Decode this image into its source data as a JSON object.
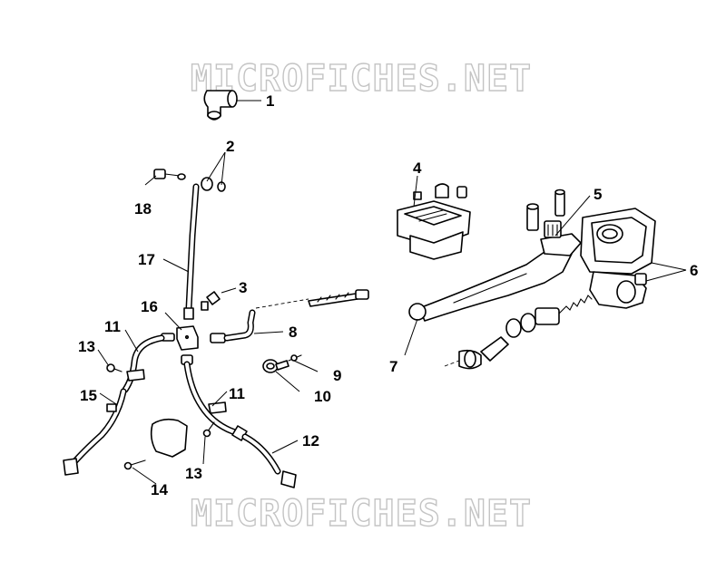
{
  "watermark": {
    "top_text": "MICROFICHES.NET",
    "bottom_text": "MICROFICHES.NET",
    "color": "#c4c4c4"
  },
  "callouts": [
    {
      "id": "1",
      "label": "1"
    },
    {
      "id": "2",
      "label": "2"
    },
    {
      "id": "3",
      "label": "3"
    },
    {
      "id": "4",
      "label": "4"
    },
    {
      "id": "5",
      "label": "5"
    },
    {
      "id": "6",
      "label": "6"
    },
    {
      "id": "7",
      "label": "7"
    },
    {
      "id": "8",
      "label": "8"
    },
    {
      "id": "9",
      "label": "9"
    },
    {
      "id": "10",
      "label": "10"
    },
    {
      "id": "11a",
      "label": "11"
    },
    {
      "id": "11b",
      "label": "11"
    },
    {
      "id": "12",
      "label": "12"
    },
    {
      "id": "13a",
      "label": "13"
    },
    {
      "id": "13b",
      "label": "13"
    },
    {
      "id": "14",
      "label": "14"
    },
    {
      "id": "15",
      "label": "15"
    },
    {
      "id": "16",
      "label": "16"
    },
    {
      "id": "17",
      "label": "17"
    },
    {
      "id": "18",
      "label": "18"
    }
  ]
}
